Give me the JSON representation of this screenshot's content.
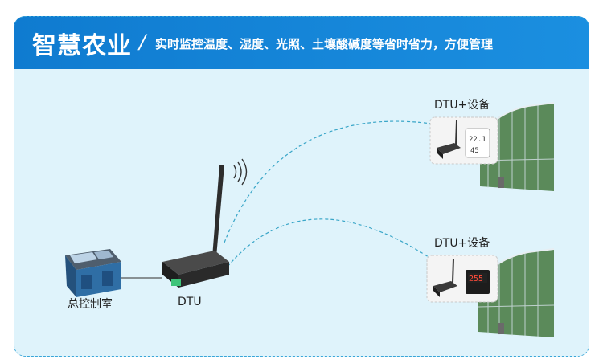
{
  "header": {
    "title": "智慧农业",
    "separator": "/",
    "subtitle": "实时监控温度、湿度、光照、土壤酸碱度等省时省力，方便管理"
  },
  "nodes": {
    "control_room": "总控制室",
    "dtu": "DTU",
    "greenhouse_top": "DTU+设备",
    "greenhouse_bottom": "DTU+设备"
  },
  "devices": {
    "thermo_hygrometer_top": "22.1",
    "thermo_hygrometer_bottom": "45",
    "temp_controller": "255"
  },
  "colors": {
    "header": "#1587d8",
    "background": "#dff3fb",
    "link": "#3aa6c8"
  }
}
